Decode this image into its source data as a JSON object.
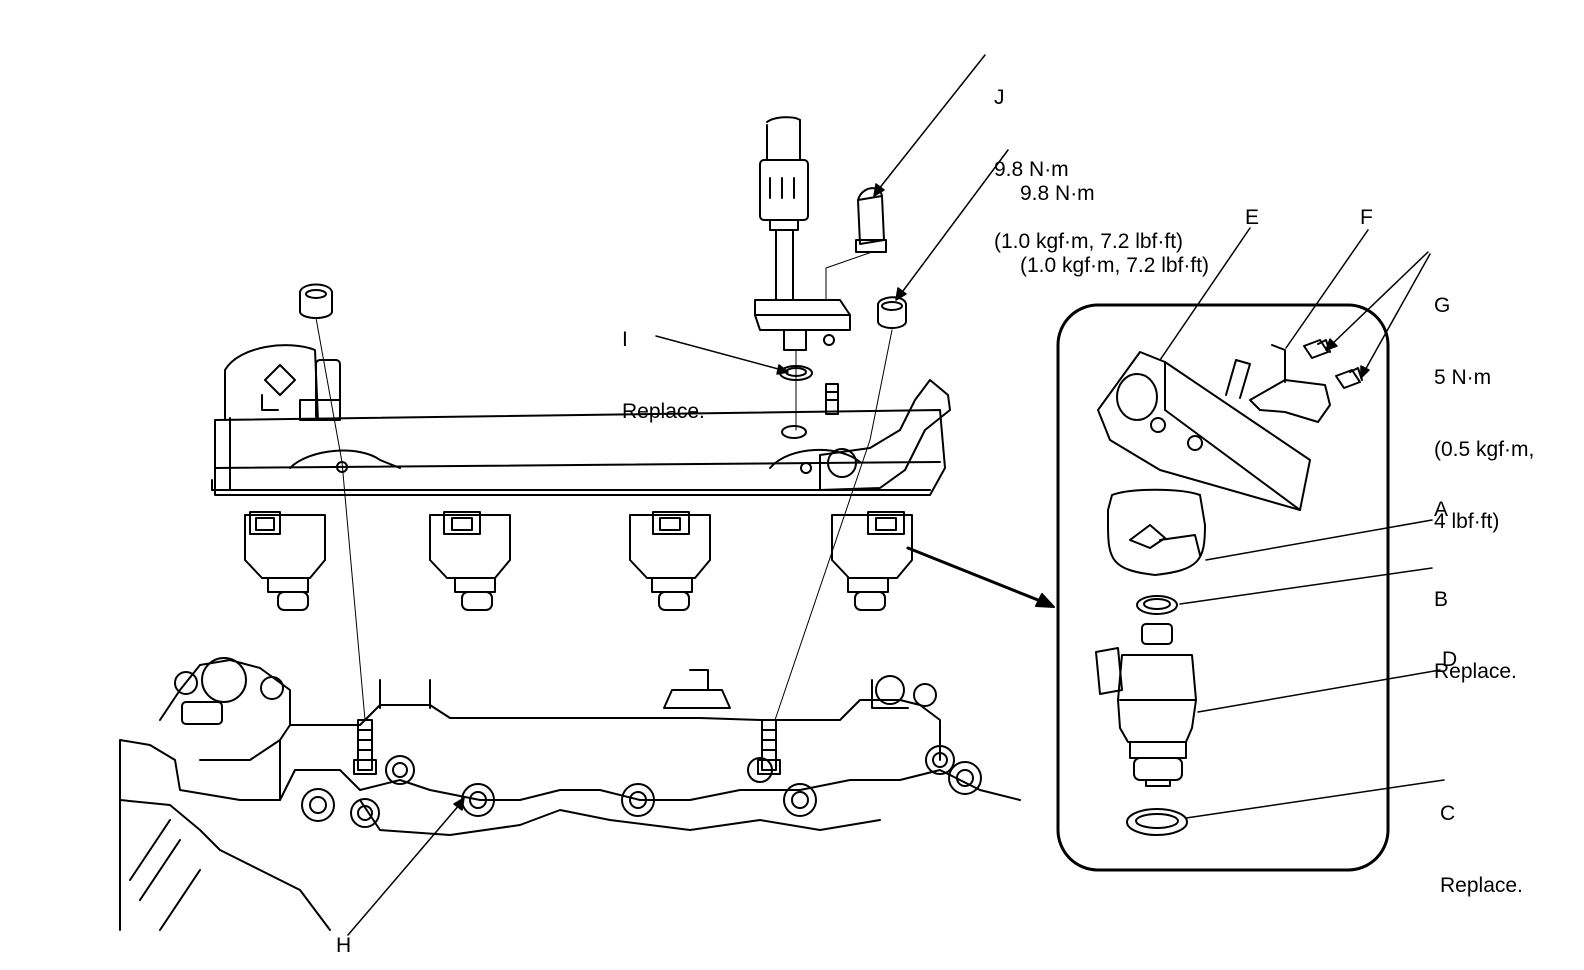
{
  "labels": {
    "J": {
      "letter": "J",
      "line1": "9.8 N·m",
      "line2": "(1.0 kgf·m, 7.2 lbf·ft)"
    },
    "bolt_torque": {
      "line1": "9.8 N·m",
      "line2": "(1.0 kgf·m, 7.2 lbf·ft)"
    },
    "E": {
      "letter": "E"
    },
    "F": {
      "letter": "F"
    },
    "G": {
      "letter": "G",
      "line1": "5 N·m",
      "line2": "(0.5 kgf·m,",
      "line3": "4 lbf·ft)"
    },
    "I": {
      "letter": "I",
      "note": "Replace."
    },
    "A": {
      "letter": "A"
    },
    "B": {
      "letter": "B",
      "note": "Replace."
    },
    "C": {
      "letter": "C",
      "note": "Replace."
    },
    "D": {
      "letter": "D"
    },
    "H": {
      "letter": "H"
    }
  }
}
